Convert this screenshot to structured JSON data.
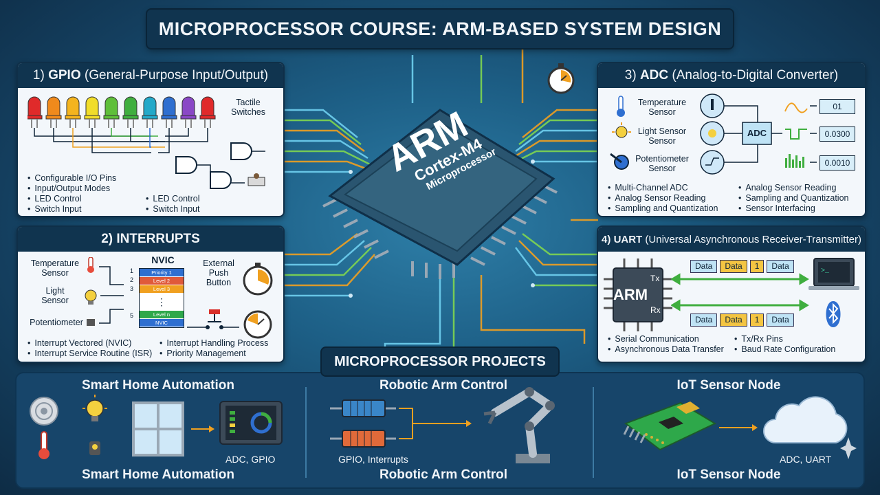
{
  "title": "MICROPROCESSOR COURSE: ARM-BASED SYSTEM DESIGN",
  "chip": {
    "brand": "ARM",
    "model": "Cortex-M4",
    "sub": "Microprocessor"
  },
  "gpio": {
    "num": "1)",
    "head": "GPIO",
    "head_rest": "(General-Purpose Input/Output)",
    "switch_label": "Tactile Switches",
    "led_colors": [
      "#e02a2a",
      "#f08a1c",
      "#f4b41e",
      "#f1dd2a",
      "#5fbf3a",
      "#3fae3f",
      "#23a9c9",
      "#2f6fd0",
      "#8a48c6",
      "#e02a2a"
    ],
    "bullets_left": [
      "Configurable I/O Pins",
      "Input/Output Modes",
      "LED Control",
      "Switch Input"
    ],
    "bullets_right": [
      "LED Control",
      "Switch Input"
    ]
  },
  "interrupts": {
    "num": "2)",
    "head": "INTERRUPTS",
    "sources": [
      "Temperature Sensor",
      "Light Sensor",
      "Potentiometer"
    ],
    "nvic_title": "NVIC",
    "nvic_rows": [
      {
        "label": "Priority 1",
        "color": "#2f6fd0"
      },
      {
        "label": "Level 2",
        "color": "#e05a3a"
      },
      {
        "label": "Level 3",
        "color": "#f0a020"
      },
      {
        "label": "⋮",
        "color": "#ffffff"
      },
      {
        "label": "Level n",
        "color": "#2ea84a"
      },
      {
        "label": "NVIC",
        "color": "#2f6fd0"
      }
    ],
    "lines": [
      "1",
      "2",
      "3",
      "5"
    ],
    "external": "External Push Button",
    "bullets_left": [
      "Interrupt Vectored (NVIC)",
      "Interrupt Service Routine (ISR)"
    ],
    "bullets_right": [
      "Interrupt Handling Process",
      "Priority Management"
    ]
  },
  "adc": {
    "num": "3)",
    "head": "ADC",
    "head_rest": "(Analog-to-Digital Converter)",
    "sensors": [
      "Temperature Sensor",
      "Light Sensor Sensor",
      "Potentiometer Sensor"
    ],
    "block": "ADC",
    "outputs": [
      "01",
      "0.0300",
      "0.0010"
    ],
    "bullets_left": [
      "Multi-Channel ADC",
      "Analog Sensor Reading",
      "Sampling and Quantization"
    ],
    "bullets_right": [
      "Analog Sensor Reading",
      "Sampling and Quantization",
      "Sensor Interfacing"
    ]
  },
  "uart": {
    "num": "4)",
    "head": "UART",
    "head_rest": "(Universal Asynchronous Receiver-Transmitter)",
    "chip_label": "ARM",
    "tx": "Tx",
    "rx": "Rx",
    "frame": [
      "Data",
      "Data",
      "1",
      "Data"
    ],
    "bullets_left": [
      "Serial Communication",
      "Asynchronous Data Transfer"
    ],
    "bullets_right": [
      "Tx/Rx Pins",
      "Baud Rate Configuration"
    ]
  },
  "projects": {
    "banner": "MICROPROCESSOR PROJECTS",
    "items": [
      {
        "title": "Smart Home Automation",
        "footer": "Smart Home Automation",
        "note": "ADC, GPIO"
      },
      {
        "title": "Robotic Arm Control",
        "footer": "Robotic Arm Control",
        "note": "GPIO, Interrupts"
      },
      {
        "title": "IoT Sensor Node",
        "footer": "IoT Sensor Node",
        "note": "ADC, UART"
      }
    ]
  },
  "colors": {
    "navy": "#10344f",
    "panel": "#f3f7fb",
    "trace_green": "#7fd650",
    "trace_orange": "#f0a020",
    "trace_blue": "#6fd0f0"
  }
}
